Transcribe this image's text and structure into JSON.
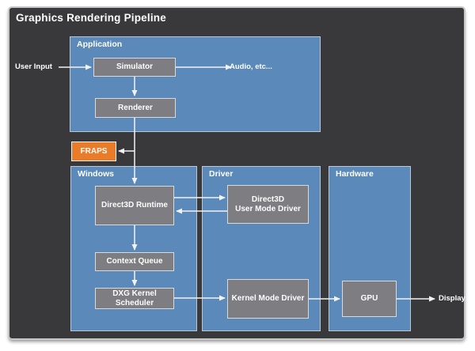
{
  "title": "Graphics Rendering Pipeline",
  "colors": {
    "canvas": "#39393b",
    "panel-blue": "#5a89ba",
    "panel-border": "#bac7d4",
    "node-gray": "#7d7d82",
    "node-border": "#d9d9d9",
    "accent-orange": "#e87c28",
    "arrow": "#f2f2f2",
    "text": "#ffffff"
  },
  "groups": {
    "application": {
      "label": "Application"
    },
    "windows": {
      "label": "Windows"
    },
    "driver": {
      "label": "Driver"
    },
    "hardware": {
      "label": "Hardware"
    }
  },
  "nodes": {
    "simulator": {
      "label": "Simulator"
    },
    "renderer": {
      "label": "Renderer"
    },
    "fraps": {
      "label": "FRAPS"
    },
    "direct3d_runtime": {
      "label": "Direct3D Runtime"
    },
    "context_queue": {
      "label": "Context Queue"
    },
    "dxg_kernel_scheduler": {
      "label": "DXG Kernel\nScheduler"
    },
    "direct3d_user_mode_driver": {
      "label": "Direct3D\nUser Mode Driver"
    },
    "kernel_mode_driver": {
      "label": "Kernel Mode Driver"
    },
    "gpu": {
      "label": "GPU"
    }
  },
  "annotations": {
    "user_input": "User Input",
    "audio_etc": "Audio, etc...",
    "display": "Display"
  }
}
